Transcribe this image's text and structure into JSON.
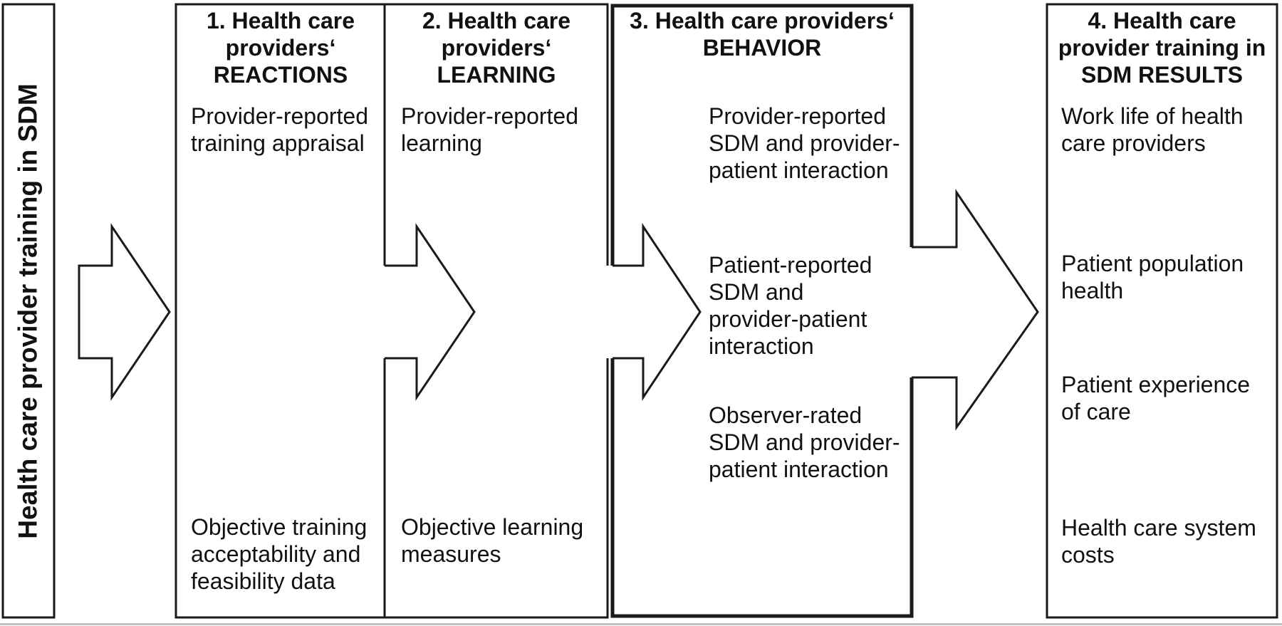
{
  "figure": {
    "kind": "training-evaluation-flow-diagram",
    "colors": {
      "line": "#1a1a1a",
      "background": "#ffffff",
      "arrow_fill": "#ffffff",
      "bottom_edge": "#c3c3c3"
    },
    "input_box": {
      "label": "Health care provider training in SDM"
    },
    "boxes": [
      {
        "id": "reactions",
        "title_lines": [
          "1. Health care",
          "providers‘",
          "REACTIONS"
        ],
        "items": [
          {
            "lines": [
              "Provider-reported",
              "training appraisal"
            ]
          },
          {
            "lines": [
              "Objective training",
              "acceptability and",
              "feasibility data"
            ]
          }
        ]
      },
      {
        "id": "learning",
        "title_lines": [
          "2. Health care",
          "providers‘",
          "LEARNING"
        ],
        "items": [
          {
            "lines": [
              "Provider-reported",
              "learning"
            ]
          },
          {
            "lines": [
              "Objective learning",
              "measures"
            ]
          }
        ]
      },
      {
        "id": "behavior",
        "title_lines": [
          "3. Health care providers‘",
          "BEHAVIOR"
        ],
        "items": [
          {
            "lines": [
              "Provider-reported",
              "SDM and provider-",
              "patient interaction"
            ]
          },
          {
            "lines": [
              "Patient-reported",
              "SDM and",
              "provider-patient",
              "interaction"
            ]
          },
          {
            "lines": [
              "Observer-rated",
              "SDM and provider-",
              "patient interaction"
            ]
          }
        ]
      },
      {
        "id": "results",
        "title_lines": [
          "4. Health care",
          "provider training in",
          "SDM RESULTS"
        ],
        "items": [
          {
            "lines": [
              "Work life of health",
              "care providers"
            ]
          },
          {
            "lines": [
              "Patient population",
              "health"
            ]
          },
          {
            "lines": [
              "Patient experience",
              "of care"
            ]
          },
          {
            "lines": [
              "Health care system",
              "costs"
            ]
          }
        ]
      }
    ],
    "arrows": [
      {
        "name": "input-to-reactions"
      },
      {
        "name": "reactions-to-learning"
      },
      {
        "name": "learning-to-behavior"
      },
      {
        "name": "behavior-to-results"
      }
    ]
  }
}
